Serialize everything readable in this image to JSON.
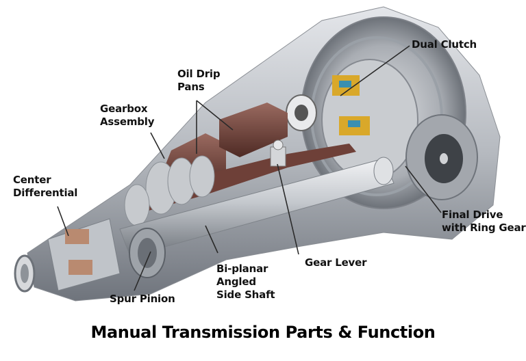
{
  "title": "Manual Transmission Parts & Function",
  "colors": {
    "background": "#ffffff",
    "housing": "#b9bcc2",
    "housing_dark": "#7e838b",
    "oil_pan": "#6e4038",
    "shaft": "#cfd2d6",
    "clutch_accent": "#d9a82a",
    "leader_line": "#2a2a2a"
  },
  "labels": [
    {
      "id": "dual-clutch",
      "lines": [
        "Dual Clutch"
      ]
    },
    {
      "id": "oil-drip-pans",
      "lines": [
        "Oil Drip",
        "Pans"
      ]
    },
    {
      "id": "gearbox-assembly",
      "lines": [
        "Gearbox",
        "Assembly"
      ]
    },
    {
      "id": "center-differential",
      "lines": [
        "Center",
        "Differential"
      ]
    },
    {
      "id": "final-drive",
      "lines": [
        "Final Drive",
        "with Ring Gear"
      ]
    },
    {
      "id": "gear-lever",
      "lines": [
        "Gear Lever"
      ]
    },
    {
      "id": "side-shaft",
      "lines": [
        "Bi-planar",
        "Angled",
        "Side Shaft"
      ]
    },
    {
      "id": "spur-pinion",
      "lines": [
        "Spur Pinion"
      ]
    }
  ]
}
